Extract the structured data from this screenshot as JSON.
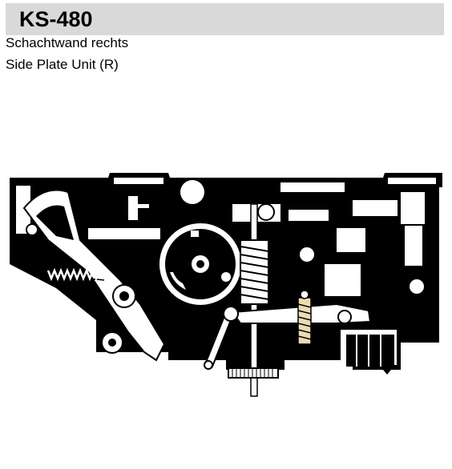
{
  "header": {
    "model": "KS-480",
    "subtitle_de": "Schachtwand rechts",
    "subtitle_en": "Side Plate Unit (R)"
  },
  "colors": {
    "title_bar": "#d9d9d9",
    "ink": "#000000",
    "paper": "#ffffff",
    "spring_highlight": "#e8dcb4"
  }
}
